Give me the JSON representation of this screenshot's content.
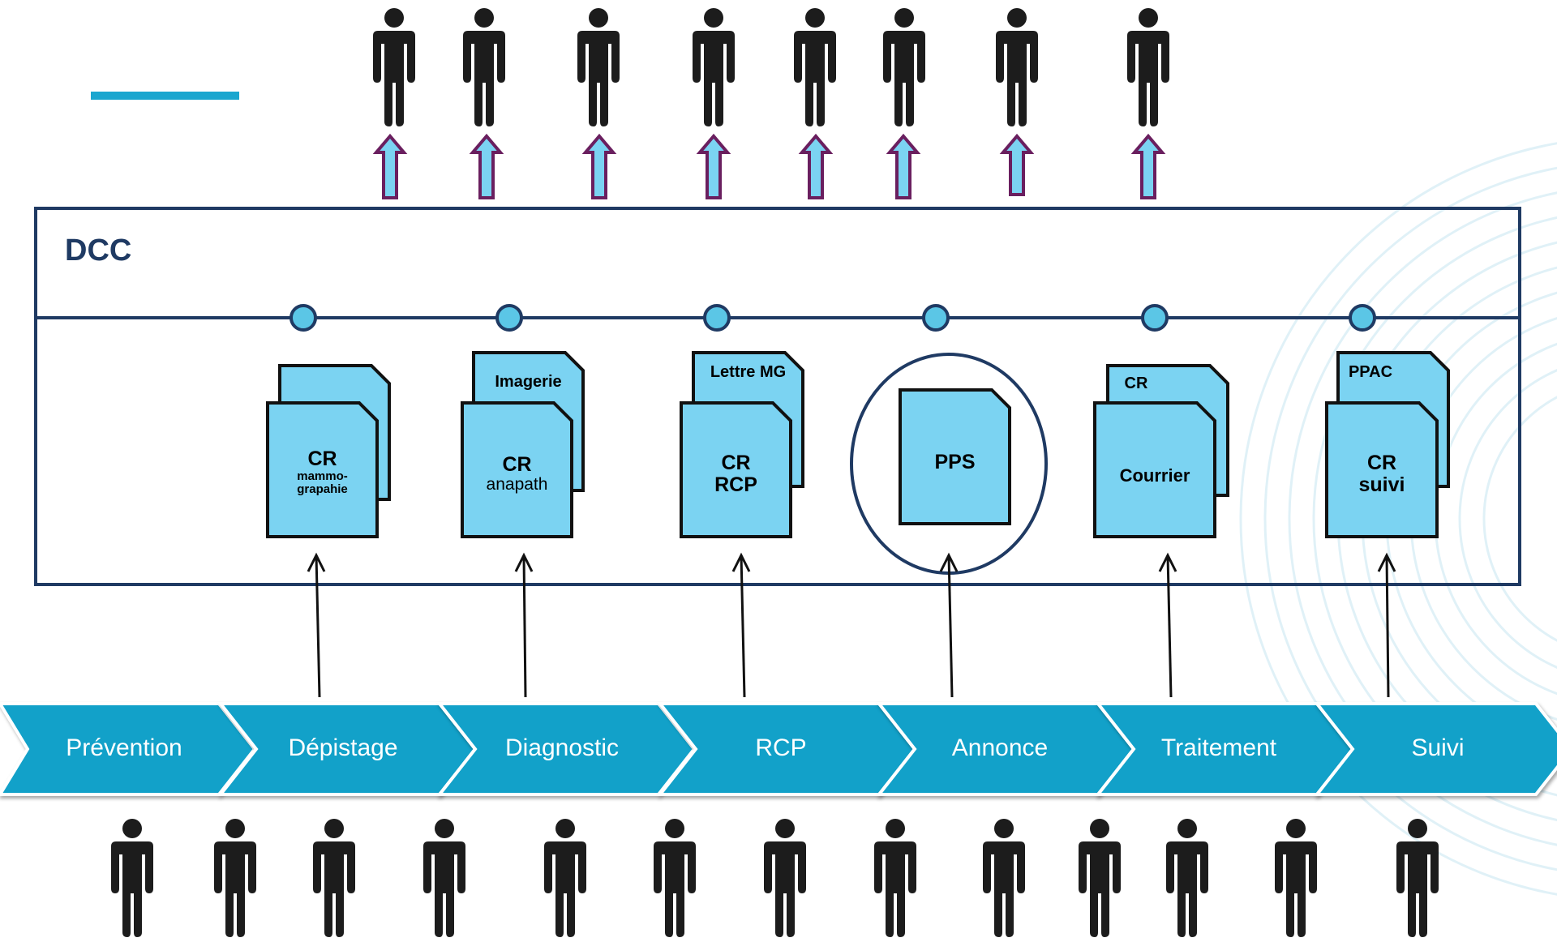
{
  "colors": {
    "chevron": "#12a1c9",
    "document_fill": "#7bd3f2",
    "frame_border": "#1f3a63",
    "node_fill": "#5bc6e6",
    "up_arrow_fill": "#7bd3f2",
    "up_arrow_stroke": "#6a1f5f",
    "person": "#1c1c1c",
    "accent_bar": "#1aa6cf"
  },
  "dcc": {
    "title": "DCC"
  },
  "steps": [
    {
      "label": "Prévention"
    },
    {
      "label": "Dépistage"
    },
    {
      "label": "Diagnostic"
    },
    {
      "label": "RCP"
    },
    {
      "label": "Annonce"
    },
    {
      "label": "Traitement"
    },
    {
      "label": "Suivi"
    }
  ],
  "documents": [
    {
      "back_label": "",
      "front_lines": [
        "CR",
        "mammo-",
        "grapahie"
      ]
    },
    {
      "back_label": "Imagerie",
      "front_lines": [
        "CR",
        "anapath"
      ]
    },
    {
      "back_label": "Lettre MG",
      "front_lines": [
        "CR",
        "RCP"
      ]
    },
    {
      "back_label": "",
      "front_lines": [
        "PPS"
      ]
    },
    {
      "back_label": "CR",
      "front_lines": [
        "Courrier"
      ]
    },
    {
      "back_label": "PPAC",
      "front_lines": [
        "CR",
        "suivi"
      ]
    }
  ],
  "icons": {
    "top_people": "person-icon",
    "bottom_people": "person-icon",
    "up_arrows": "up-arrow-icon"
  }
}
